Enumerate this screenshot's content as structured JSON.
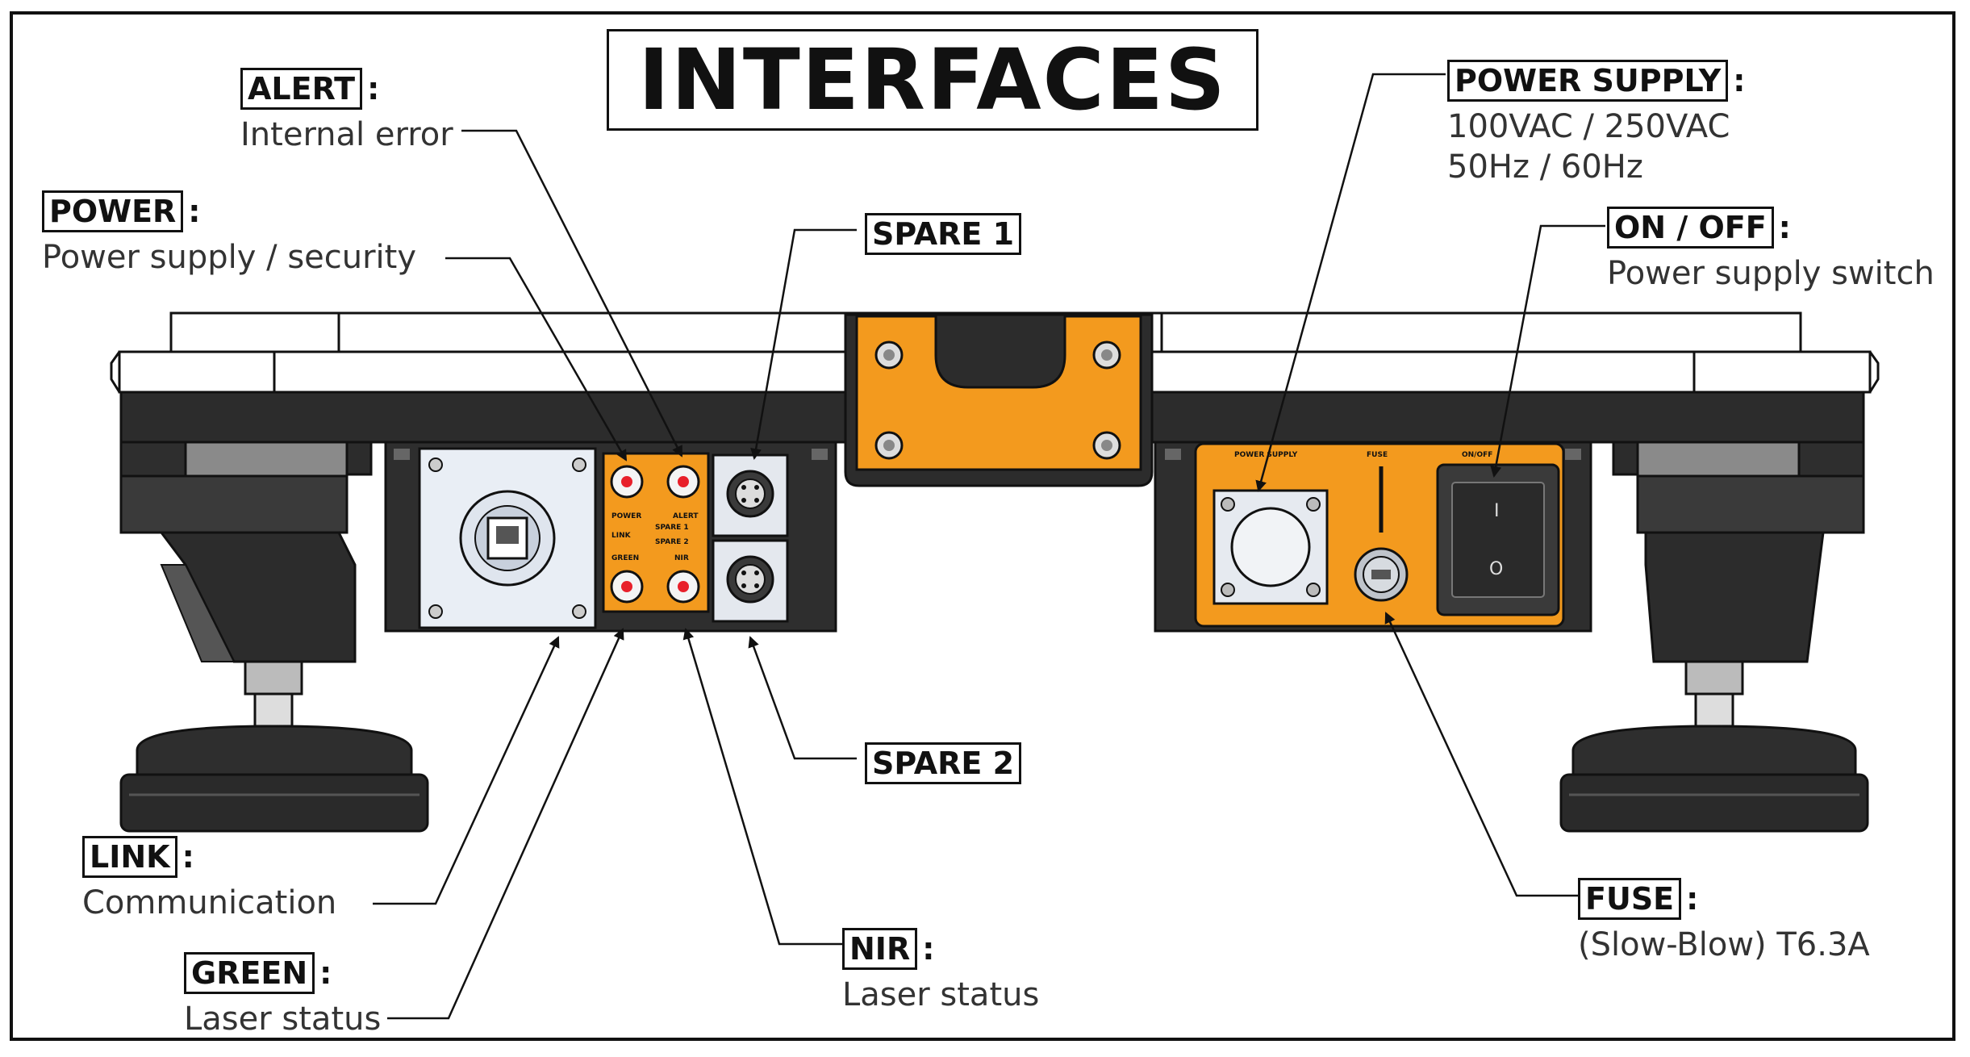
{
  "title": "INTERFACES",
  "panel_text": {
    "power": "POWER",
    "link": "LINK",
    "green": "GREEN",
    "alert": "ALERT",
    "nir": "NIR",
    "spare1": "SPARE 1",
    "spare2": "SPARE 2",
    "power_supply": "POWER SUPPLY",
    "fuse": "FUSE",
    "on_off": "ON/OFF",
    "switch_on": "I",
    "switch_off": "O"
  },
  "callouts": {
    "alert": {
      "tag": "ALERT",
      "desc": "Internal error"
    },
    "power": {
      "tag": "POWER",
      "desc": "Power supply / security"
    },
    "spare1": {
      "tag": "SPARE 1"
    },
    "spare2": {
      "tag": "SPARE 2"
    },
    "power_supply": {
      "tag": "POWER SUPPLY",
      "desc_line1": "100VAC / 250VAC",
      "desc_line2": "50Hz / 60Hz"
    },
    "on_off": {
      "tag": "ON / OFF",
      "desc": "Power supply switch"
    },
    "link": {
      "tag": "LINK",
      "desc": "Communication"
    },
    "green": {
      "tag": "GREEN",
      "desc": "Laser status"
    },
    "nir": {
      "tag": "NIR",
      "desc": "Laser status"
    },
    "fuse": {
      "tag": "FUSE",
      "desc": "(Slow-Blow) T6.3A"
    }
  },
  "colors": {
    "orange": "#F39A1E",
    "dark": "#2B2B2B",
    "led_red": "#E8202A",
    "outline": "#111111"
  }
}
